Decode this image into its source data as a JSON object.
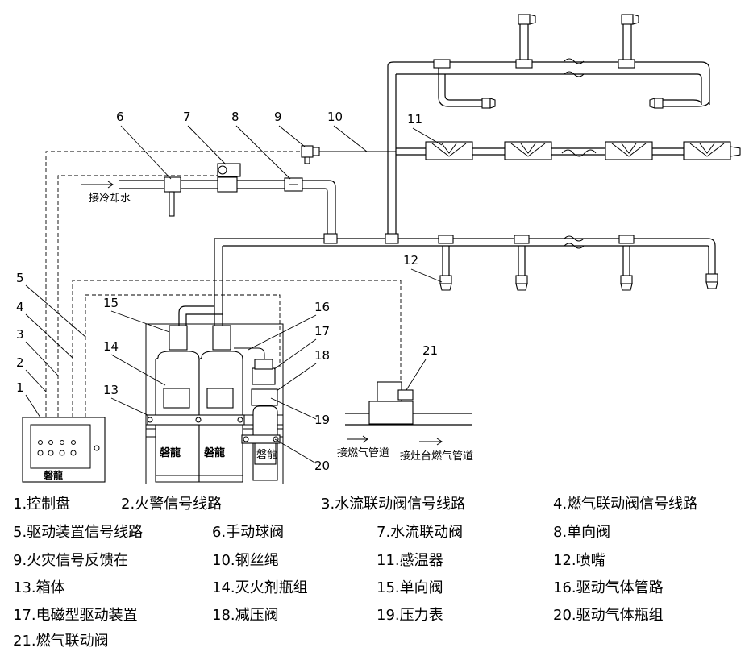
{
  "diagram": {
    "numbers": [
      "1",
      "2",
      "3",
      "4",
      "5",
      "6",
      "7",
      "8",
      "9",
      "10",
      "11",
      "12",
      "13",
      "14",
      "15",
      "16",
      "17",
      "18",
      "19",
      "20",
      "21"
    ],
    "annotations": {
      "cooling_water": "接冷却水",
      "gas_inlet": "接燃气管道",
      "stove_gas": "接灶台燃气管道",
      "brand": "磐龍"
    }
  },
  "legend": [
    "1.控制盘",
    "2.火警信号线路",
    "3.水流联动阀信号线路",
    "4.燃气联动阀信号线路",
    "5.驱动装置信号线路",
    "6.手动球阀",
    "7.水流联动阀",
    "8.单向阀",
    "9.火灾信号反馈在",
    "10.钢丝绳",
    "11.感温器",
    "12.喷嘴",
    "13.箱体",
    "14.灭火剂瓶组",
    "15.单向阀",
    "16.驱动气体管路",
    "17.电磁型驱动装置",
    "18.减压阀",
    "19.压力表",
    "20.驱动气体瓶组",
    "21.燃气联动阀"
  ]
}
